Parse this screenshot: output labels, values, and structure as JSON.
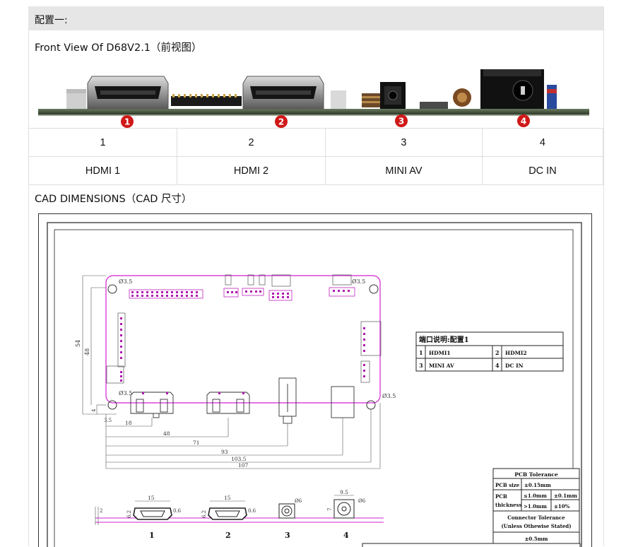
{
  "section_header": "配置一:",
  "front_view_title": "Front View Of D68V2.1（前视图）",
  "port_markers": [
    "1",
    "2",
    "3",
    "4"
  ],
  "ports": [
    {
      "number": "1",
      "name": "HDMI 1"
    },
    {
      "number": "2",
      "name": "HDMI 2"
    },
    {
      "number": "3",
      "name": "MINI AV"
    },
    {
      "number": "4",
      "name": "DC IN"
    }
  ],
  "cad_title": "CAD DIMENSIONS（CAD 尺寸）",
  "cad": {
    "hole_labels": [
      "3.5",
      "3.5",
      "3.5",
      "3.5"
    ],
    "hole_symbol": "Ø",
    "dim_side_outer": "54",
    "dim_side_inner": "48",
    "dim_small_4": "4",
    "dim_small_35": "3.5",
    "horizontal_dims": [
      "18",
      "48",
      "71",
      "93",
      "103.5",
      "107"
    ],
    "port_table": {
      "title": "端口说明:配置1",
      "rows": [
        [
          "1",
          "HDMI1",
          "2",
          "HDMI2"
        ],
        [
          "3",
          "MINI AV",
          "4",
          "DC IN"
        ]
      ]
    },
    "connector_dims": {
      "hdmi_width": "15",
      "hdmi_height": "6.2",
      "hdmi_offset": "0.6",
      "base": "2",
      "av_dia": "6",
      "dc_width": "9.5",
      "dc_height": "7",
      "dc_dia": "6"
    },
    "connector_numbers": [
      "1",
      "2",
      "3",
      "4"
    ],
    "tolerance": {
      "title": "PCB Tolerance",
      "size_label": "PCB size",
      "size_val": "±0.15mm",
      "thick_label_1": "PCB",
      "thick_label_2": "thickness",
      "thick_a": "≤1.0mm",
      "thick_a_val": "±0.1mm",
      "thick_b": ">1.0mm",
      "thick_b_val": "±10%",
      "connector_title": "Connector Tolerance",
      "connector_sub": "(Unless Othewise Stated)",
      "connector_val": "±0.5mm"
    }
  },
  "colors": {
    "header_bg": "#e6e6e6",
    "marker_red": "#d01818",
    "pcb_outline": "#d020d0",
    "pcb_green": "#2f4a2c"
  }
}
